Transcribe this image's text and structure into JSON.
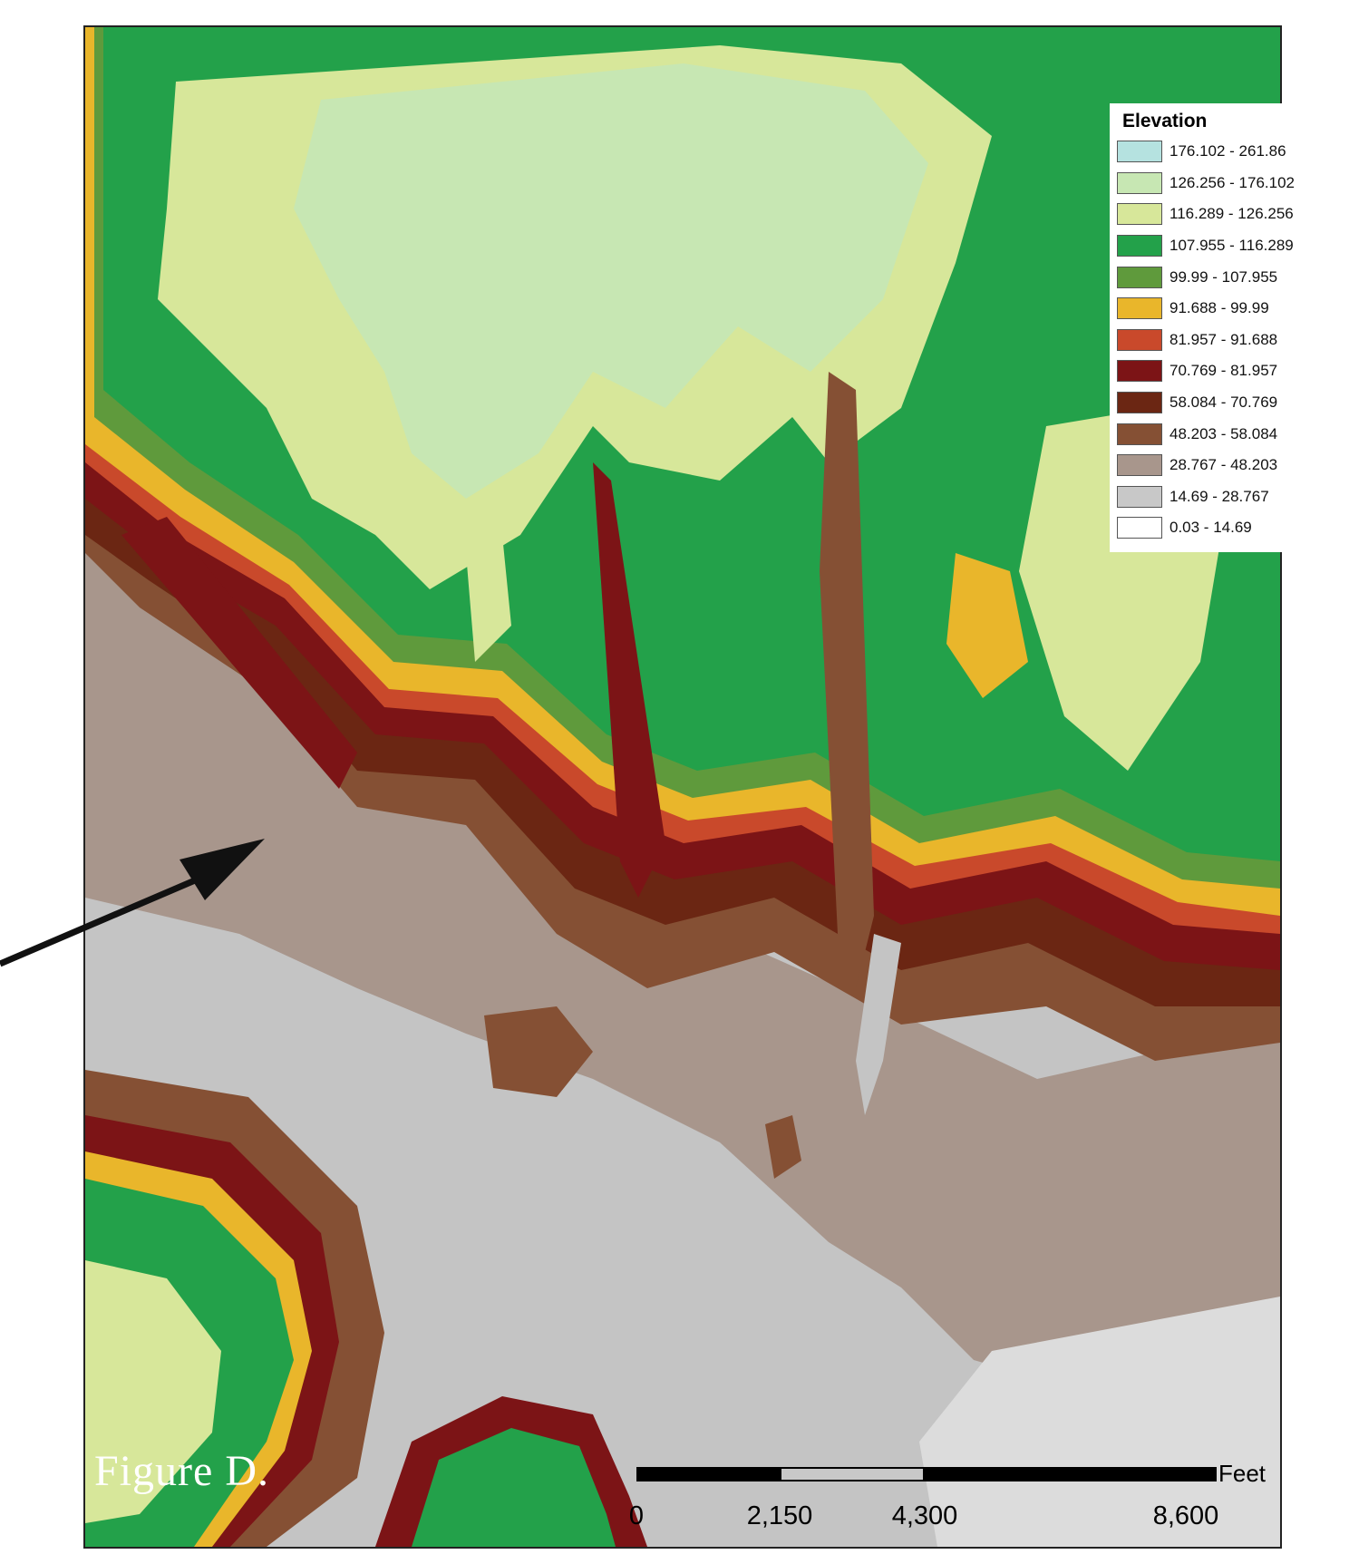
{
  "legend": {
    "title": "Elevation",
    "classes": [
      {
        "label": "176.102 - 261.86",
        "color": "#b5e2e0"
      },
      {
        "label": "126.256 - 176.102",
        "color": "#c7e7b3"
      },
      {
        "label": "116.289 - 126.256",
        "color": "#d7e79a"
      },
      {
        "label": "107.955 - 116.289",
        "color": "#23a14a"
      },
      {
        "label": "99.99 - 107.955",
        "color": "#5f9a3c"
      },
      {
        "label": "91.688 - 99.99",
        "color": "#e9b62b"
      },
      {
        "label": "81.957 - 91.688",
        "color": "#c9492b"
      },
      {
        "label": "70.769 - 81.957",
        "color": "#7c1416"
      },
      {
        "label": "58.084 - 70.769",
        "color": "#6b2613"
      },
      {
        "label": "48.203 - 58.084",
        "color": "#855034"
      },
      {
        "label": "28.767 - 48.203",
        "color": "#a8968c"
      },
      {
        "label": "14.69 - 28.767",
        "color": "#c8c8c8"
      },
      {
        "label": "0.03 - 14.69",
        "color": "#ffffff"
      }
    ]
  },
  "figure_label": "Figure D.",
  "scale_bar": {
    "unit": "Feet",
    "ticks": [
      "0",
      "2,150",
      "4,300",
      "8,600"
    ]
  }
}
